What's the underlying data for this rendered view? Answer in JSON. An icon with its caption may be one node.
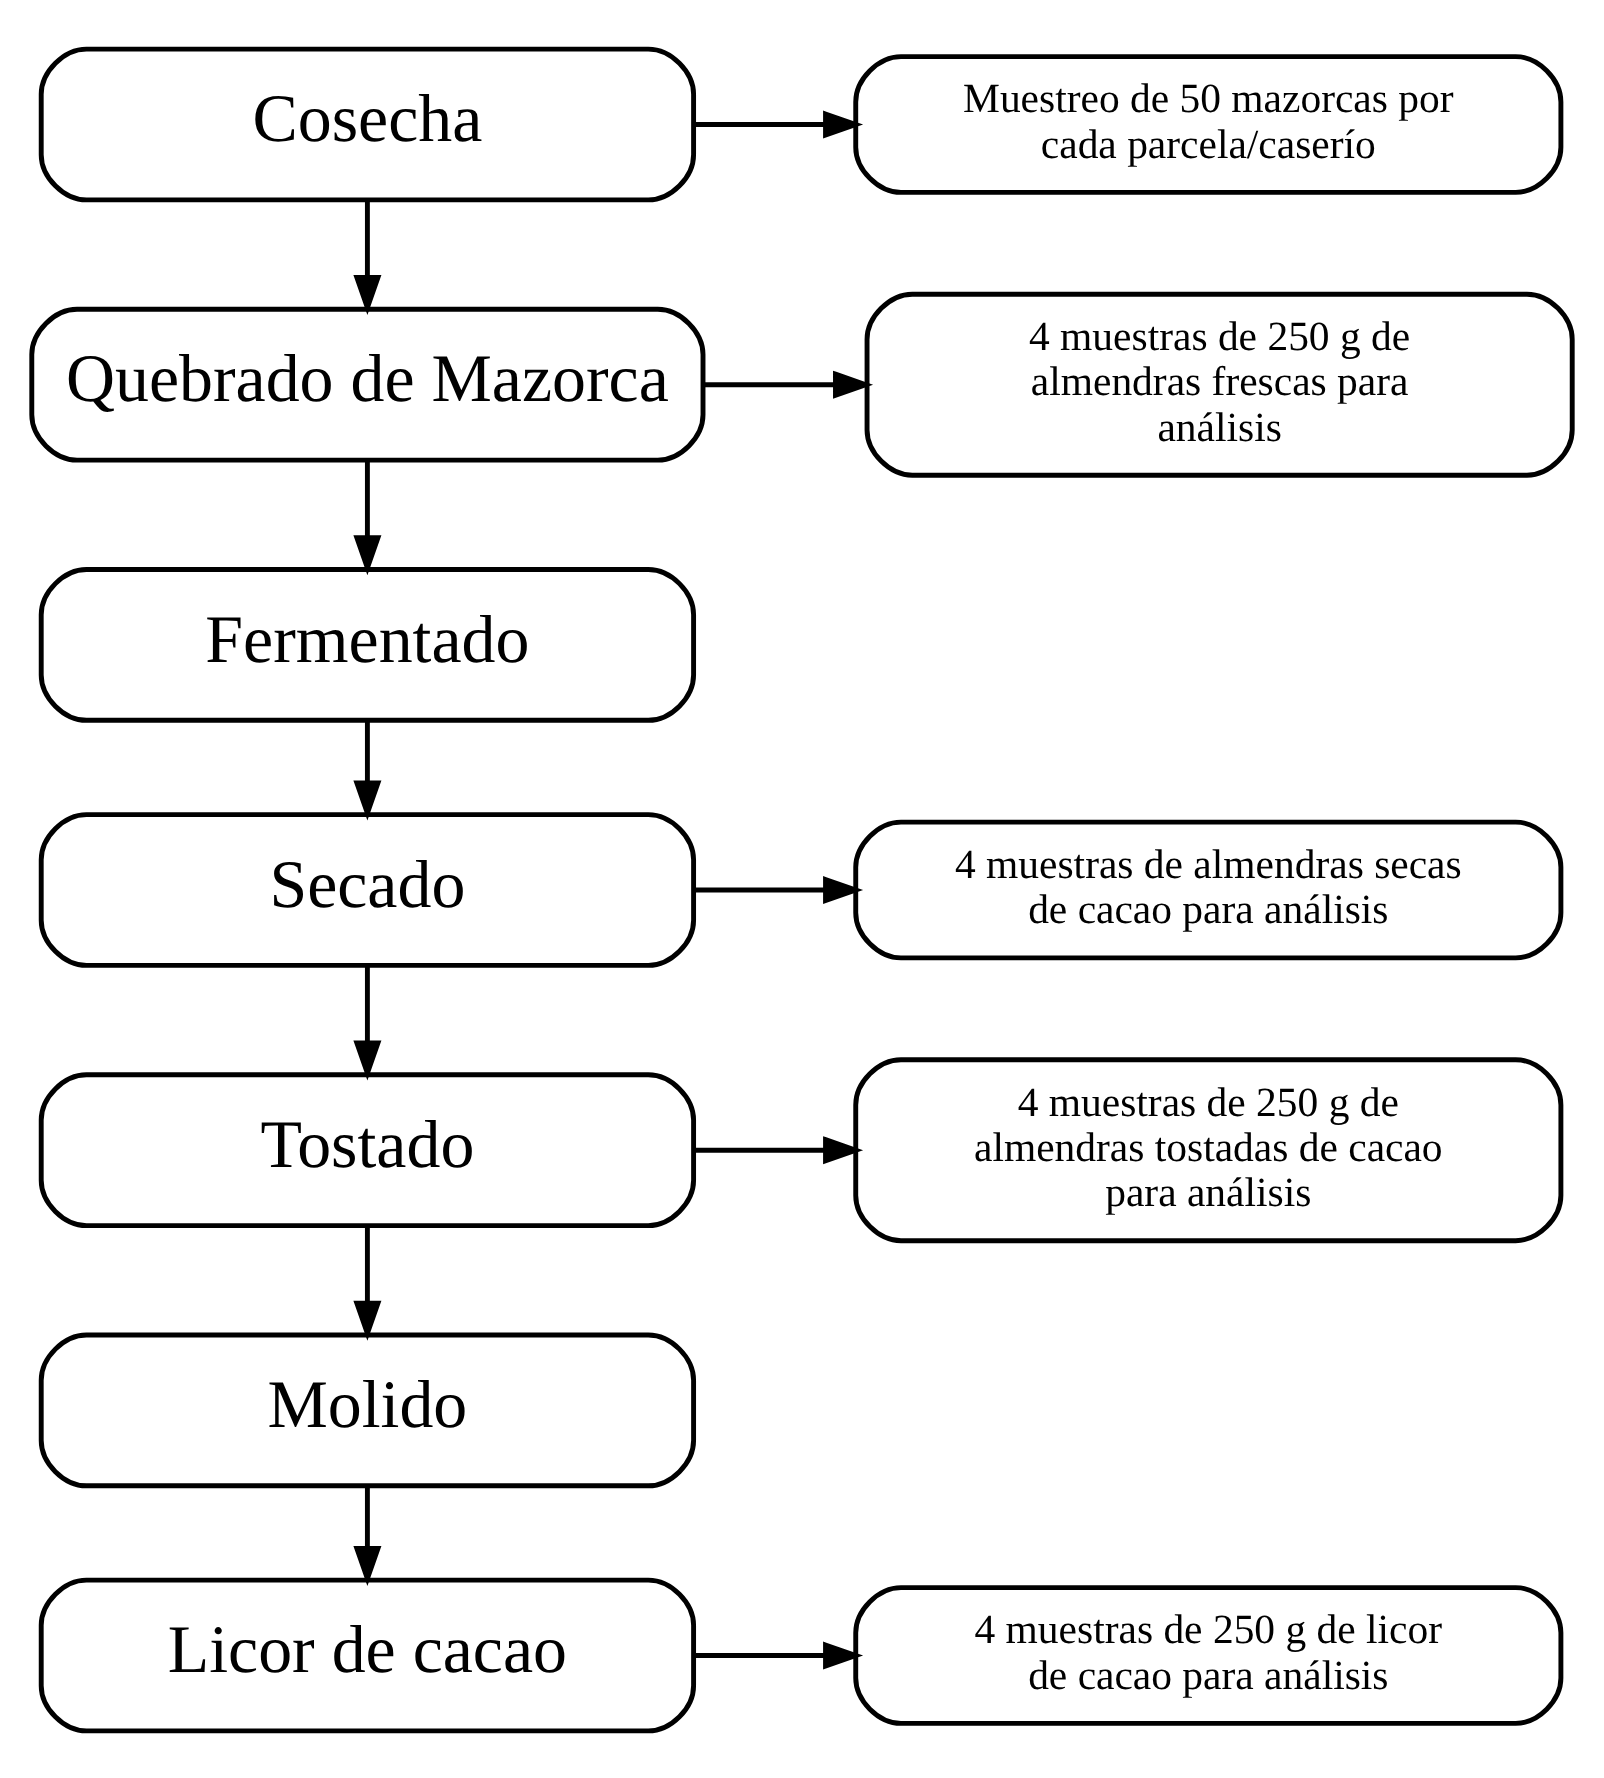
{
  "diagram": {
    "nodes": [
      {
        "text": [
          "Cosecha"
        ]
      },
      {
        "text": [
          "Muestreo de 50 mazorcas por cada parcela/caserío"
        ]
      },
      {
        "text": [
          "Quebrado de Mazorca"
        ]
      },
      {
        "text": [
          "4 muestras de 250 g de almendras frescas para análisis"
        ]
      },
      {
        "text": [
          "Fermentado"
        ]
      },
      {
        "text": [
          "Secado"
        ]
      },
      {
        "text": [
          "4 muestras de almendras secas de cacao para análisis"
        ]
      },
      {
        "text": [
          "Tostado"
        ]
      },
      {
        "text": [
          "4 muestras de 250 g de almendras tostadas de cacao para análisis"
        ]
      },
      {
        "text": [
          "Molido"
        ]
      },
      {
        "text": [
          "Licor de cacao"
        ]
      },
      {
        "text": [
          "4 muestras de 250 g de licor de cacao para análisis"
        ]
      }
    ],
    "edges": [
      {
        "from": 0,
        "to": 1,
        "arrow": "to"
      },
      {
        "from": 0,
        "to": 2,
        "arrow": "to"
      },
      {
        "from": 2,
        "to": 3,
        "arrow": "to"
      },
      {
        "from": 2,
        "to": 4,
        "arrow": "to"
      },
      {
        "from": 4,
        "to": 5,
        "arrow": "to"
      },
      {
        "from": 5,
        "to": 6,
        "arrow": "to"
      },
      {
        "from": 5,
        "to": 7,
        "arrow": "to"
      },
      {
        "from": 7,
        "to": 8,
        "arrow": "to"
      },
      {
        "from": 7,
        "to": 9,
        "arrow": "to"
      },
      {
        "from": 9,
        "to": 10,
        "arrow": "to"
      },
      {
        "from": 10,
        "to": 11,
        "arrow": "to"
      }
    ]
  }
}
